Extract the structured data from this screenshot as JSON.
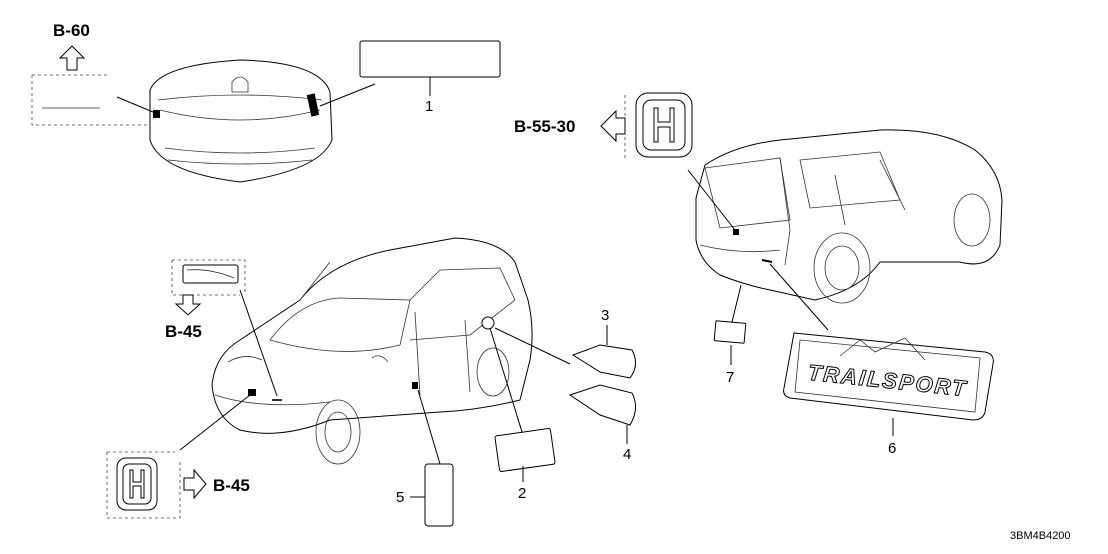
{
  "refs": {
    "b60": "B-60",
    "b55_30": "B-55-30",
    "b45_top": "B-45",
    "b45_bottom": "B-45"
  },
  "callouts": {
    "n1": "1",
    "n2": "2",
    "n3": "3",
    "n4": "4",
    "n5": "5",
    "n6": "6",
    "n7": "7"
  },
  "emblem_text": "TRAILSPORT",
  "drawing_code": "3BM4B4200"
}
